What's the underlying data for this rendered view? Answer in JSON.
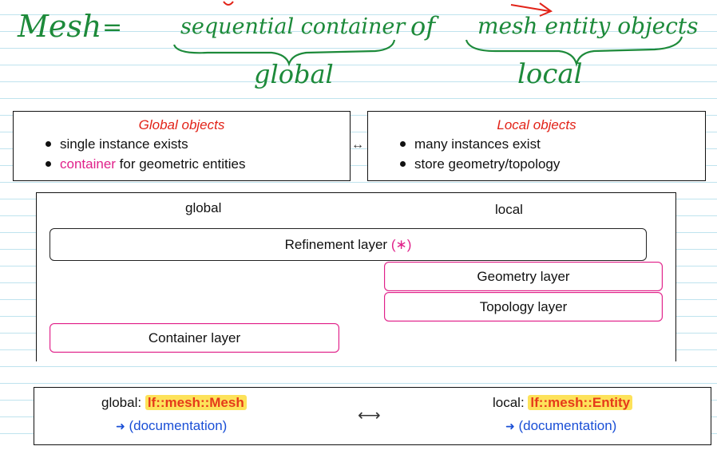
{
  "handwriting": {
    "mesh": "Mesh",
    "equals": "=",
    "sequential_container": "sequential container",
    "of": "of",
    "mesh_entity_objects": "mesh entity objects",
    "global": "global",
    "local": "local"
  },
  "global_box": {
    "title": "Global objects",
    "bullet_1": "single instance exists",
    "bullet_2_highlight": "container",
    "bullet_2_rest": " for geometric entities"
  },
  "between_arrow": "↔",
  "local_box": {
    "title": "Local objects",
    "bullet_1": "many instances exist",
    "bullet_2": "store geometry/topology"
  },
  "layers": {
    "global_label": "global",
    "local_label": "local",
    "refinement": "Refinement layer",
    "refinement_mark": "(∗)",
    "geometry": "Geometry layer",
    "topology": "Topology layer",
    "container": "Container layer"
  },
  "bottom": {
    "global_prefix": "global: ",
    "global_code": "lf::mesh::Mesh",
    "global_doc_arrow": "➜",
    "global_doc": "(documentation)",
    "arrow": "⟷",
    "local_prefix": "local: ",
    "local_code": "lf::mesh::Entity",
    "local_doc_arrow": "➜",
    "local_doc": "(documentation)"
  },
  "colors": {
    "ruling": "#bfe3ee",
    "ink_green": "#1d8a3a",
    "title_red": "#e22318",
    "pink": "#e0218a",
    "link_blue": "#1a4fd6",
    "highlight_yellow": "#fde25a"
  }
}
